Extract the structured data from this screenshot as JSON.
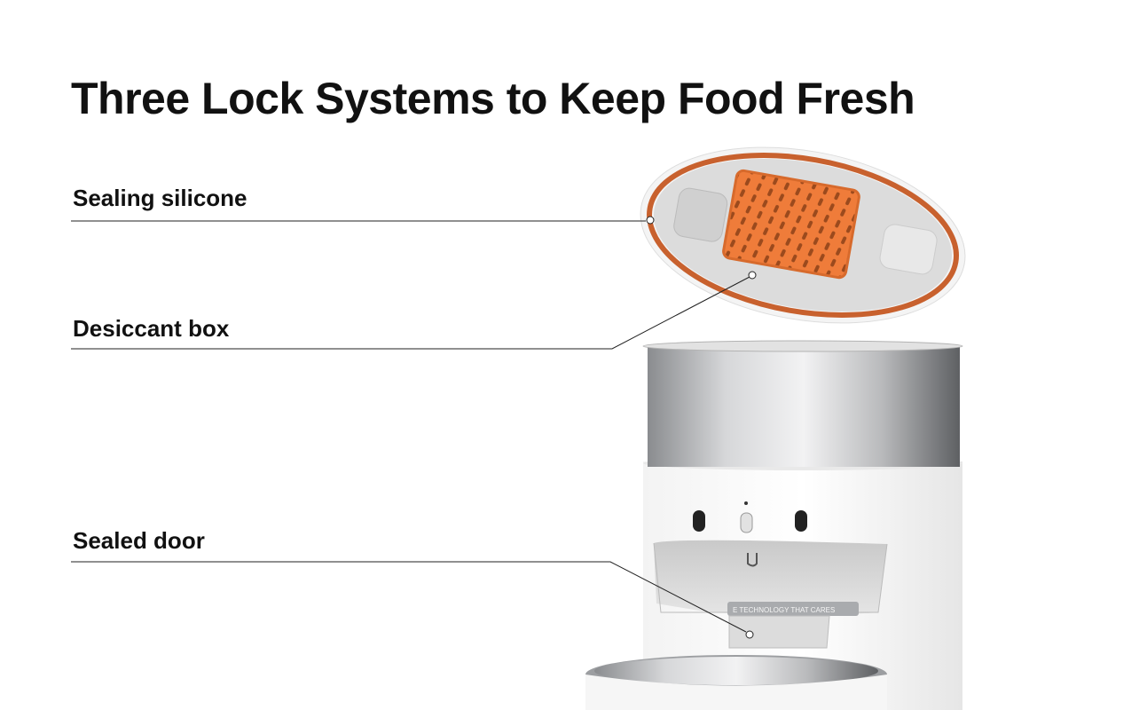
{
  "title": "Three Lock Systems to Keep Food Fresh",
  "callouts": [
    {
      "label": "Sealing silicone"
    },
    {
      "label": "Desiccant box"
    },
    {
      "label": "Sealed door"
    }
  ],
  "product_engraving": "E TECHNOLOGY THAT CARES",
  "colors": {
    "accent_orange": "#e8793a",
    "silicone": "#c8612e",
    "text": "#111111"
  }
}
